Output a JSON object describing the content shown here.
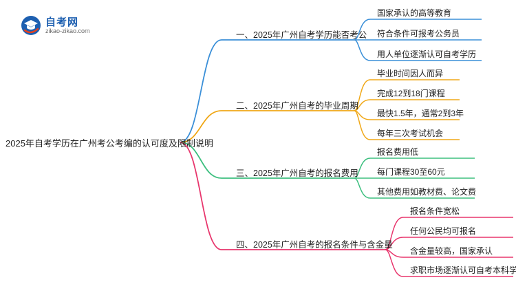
{
  "logo": {
    "title": "自考网",
    "url": "zikao-zikao.com",
    "icon": "graduation-cap-icon",
    "colors": {
      "primary": "#1d5fb0",
      "accent": "#e8401c"
    }
  },
  "mindmap": {
    "root": "2025年自考学历在广州考公考编的认可度及限制说明",
    "branches": [
      {
        "label": "一、2025年广州自考学历能否考公",
        "color": "#3a8fd8",
        "children": [
          "国家承认的高等教育",
          "符合条件可报考公务员",
          "用人单位逐渐认可自考学历"
        ]
      },
      {
        "label": "二、2025年广州自考的毕业周期",
        "color": "#f0a818",
        "children": [
          "毕业时间因人而异",
          "完成12到18门课程",
          "最快1.5年，通常2到3年",
          "每年三次考试机会"
        ]
      },
      {
        "label": "三、2025年广州自考的报名费用",
        "color": "#3dbf7f",
        "children": [
          "报名费用低",
          "每门课程30至60元",
          "其他费用如教材费、论文费"
        ]
      },
      {
        "label": "四、2025年广州自考的报名条件与含金量",
        "color": "#e8366d",
        "children": [
          "报名条件宽松",
          "任何公民均可报名",
          "含金量较高，国家承认",
          "求职市场逐渐认可自考本科学历"
        ]
      }
    ]
  }
}
